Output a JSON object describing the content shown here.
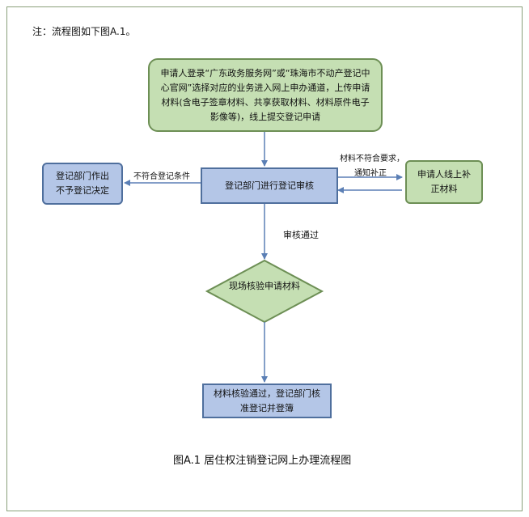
{
  "note": "注：流程图如下图A.1。",
  "nodes": {
    "start": "申请人登录“广东政务服务网”或“珠海市不动产登记中心官网”选择对应的业务进入网上申办通道，上传申请材料(含电子签章材料、共享获取材料、材料原件电子影像等)，线上提交登记申请",
    "review": "登记部门进行登记审核",
    "reject": "登记部门作出不予登记决定",
    "supplement": "申请人线上补正材料",
    "verify": "现场核验申请材料",
    "final": "材料核验通过，登记部门核准登记并登簿"
  },
  "edge_labels": {
    "not_meet": "不符合登记条件",
    "material_issue": "材料不符合要求，",
    "notify": "通知补正",
    "pass": "审核通过"
  },
  "caption": "图A.1 居住权注销登记网上办理流程图"
}
